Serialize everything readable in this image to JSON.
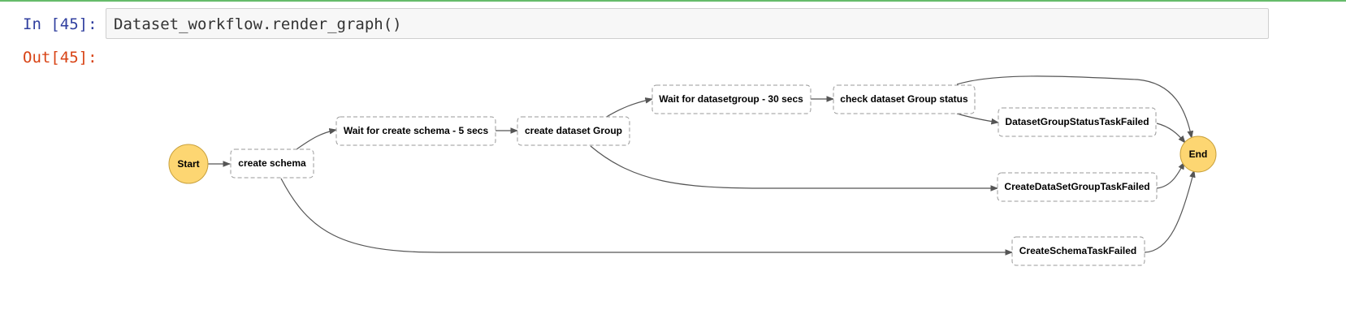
{
  "cell": {
    "in_prompt": "In [45]:",
    "code": "Dataset_workflow.render_graph()",
    "out_prompt": "Out[45]:"
  },
  "graph": {
    "nodes": {
      "start": "Start",
      "create_schema": "create schema",
      "wait_schema": "Wait for create schema - 5 secs",
      "create_dsg": "create dataset Group",
      "wait_dsg": "Wait for datasetgroup - 30 secs",
      "check_dsg": "check dataset Group status",
      "dsg_status_failed": "DatasetGroupStatusTaskFailed",
      "create_dsg_failed": "CreateDataSetGroupTaskFailed",
      "create_schema_failed": "CreateSchemaTaskFailed",
      "end": "End"
    },
    "colors": {
      "terminal_fill": "#fdd672",
      "terminal_stroke": "#c9a13c",
      "edge": "#555555",
      "task_border": "#9a9a9a"
    }
  }
}
